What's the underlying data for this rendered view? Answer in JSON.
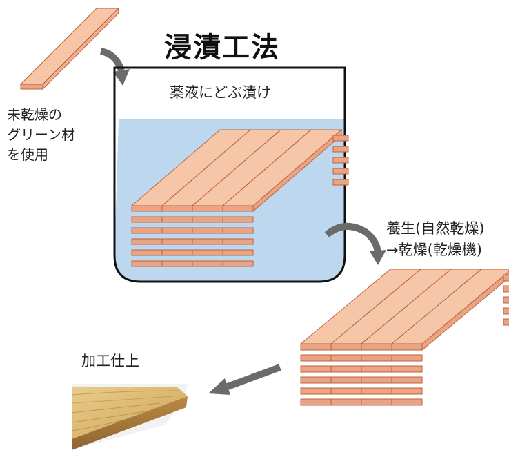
{
  "title": "浸漬工法",
  "tank": {
    "label": "薬液にどぶ漬け"
  },
  "raw_material": {
    "lines": [
      "未乾燥の",
      "グリーン材",
      "を使用"
    ]
  },
  "curing": {
    "lines": [
      "養生(自然乾燥)",
      "→乾燥(乾燥機)"
    ]
  },
  "finishing": {
    "label": "加工仕上"
  },
  "colors": {
    "lumber_top": "#f5c6a8",
    "lumber_side": "#e8a485",
    "lumber_stroke": "#c2603a",
    "liquid": "#bcd7ee",
    "arrow": "#6b6b6b",
    "tank_outline": "#111111"
  },
  "icons": [
    "curved-arrow-icon",
    "straight-arrow-icon",
    "wood-board-photo"
  ]
}
